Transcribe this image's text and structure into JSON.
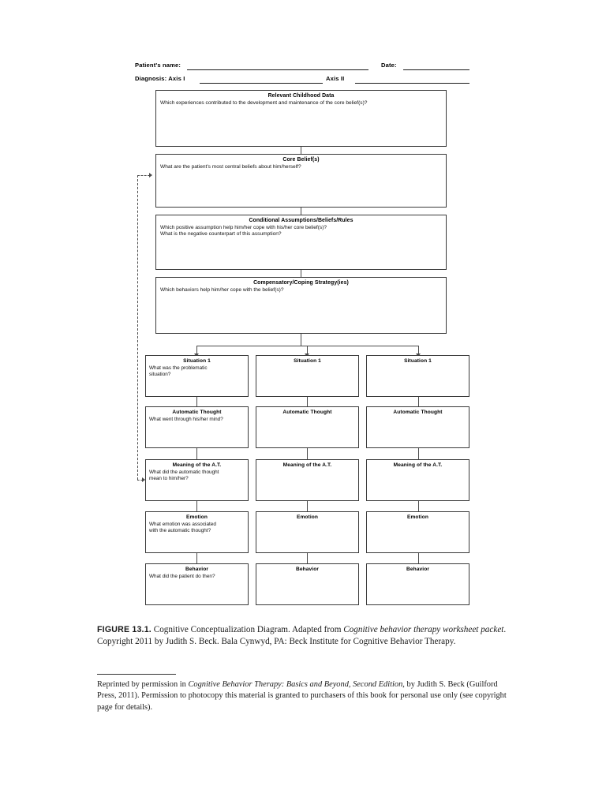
{
  "header": {
    "patient_name_label": "Patient's name:",
    "date_label": "Date:",
    "diagnosis_label": "Diagnosis:  Axis I",
    "axis2_label": "Axis II"
  },
  "flow": {
    "childhood": {
      "title": "Relevant Childhood Data",
      "prompt": [
        "Which experiences contributed to the development and maintenance of the core belief(s)?"
      ]
    },
    "core_belief": {
      "title": "Core Belief(s)",
      "prompt": [
        "What are the patient's most central beliefs about him/herself?"
      ]
    },
    "assumptions": {
      "title": "Conditional Assumptions/Beliefs/Rules",
      "prompt": [
        "Which positive assumption help him/her cope with his/her core belief(s)?",
        "What is the negative counterpart of this assumption?"
      ]
    },
    "strategies": {
      "title": "Compensatory/Coping Strategy(ies)",
      "prompt": [
        "Which behaviors help him/her cope with the belief(s)?"
      ]
    }
  },
  "columns": [
    {
      "situation": {
        "title": "Situation 1",
        "prompt": [
          "What was the problematic",
          "situation?"
        ]
      },
      "automatic_thought": {
        "title": "Automatic Thought",
        "prompt": [
          "What went through his/her mind?"
        ]
      },
      "meaning": {
        "title": "Meaning of the A.T.",
        "prompt": [
          "What did the automatic thought",
          "mean to him/her?"
        ]
      },
      "emotion": {
        "title": "Emotion",
        "prompt": [
          "What emotion was associated",
          "with the automatic thought?"
        ]
      },
      "behavior": {
        "title": "Behavior",
        "prompt": [
          "What did the patient do then?"
        ]
      }
    },
    {
      "situation": {
        "title": "Situation 1",
        "prompt": []
      },
      "automatic_thought": {
        "title": "Automatic Thought",
        "prompt": []
      },
      "meaning": {
        "title": "Meaning of the A.T.",
        "prompt": []
      },
      "emotion": {
        "title": "Emotion",
        "prompt": []
      },
      "behavior": {
        "title": "Behavior",
        "prompt": []
      }
    },
    {
      "situation": {
        "title": "Situation 1",
        "prompt": []
      },
      "automatic_thought": {
        "title": "Automatic Thought",
        "prompt": []
      },
      "meaning": {
        "title": "Meaning of the A.T.",
        "prompt": []
      },
      "emotion": {
        "title": "Emotion",
        "prompt": []
      },
      "behavior": {
        "title": "Behavior",
        "prompt": []
      }
    }
  ],
  "caption": {
    "figure_label": "FIGURE 13.1.",
    "text_1": "  Cognitive Conceptualization Diagram. Adapted from ",
    "italic_1": "Cognitive behavior therapy worksheet packet",
    "text_2": ". Copyright 2011 by Judith S. Beck. Bala Cynwyd, PA: Beck Institute for Cognitive Behavior Therapy."
  },
  "footnote": {
    "text_1": "Reprinted by permission in ",
    "italic_1": "Cognitive Behavior Therapy: Basics and Beyond, Second Edition",
    "text_2": ", by Judith S. Beck (Guilford Press, 2011). Permission to photocopy this material is granted to purchasers of this book for personal use only (see copyright page for details)."
  }
}
